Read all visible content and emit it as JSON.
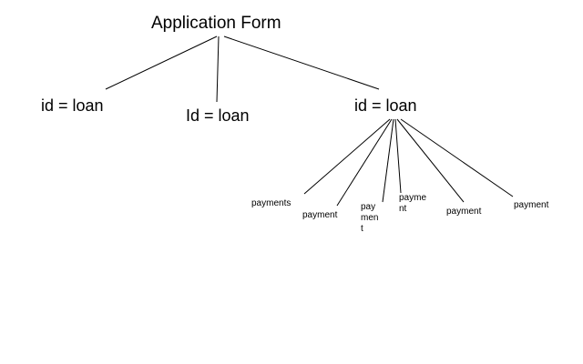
{
  "diagram": {
    "root": {
      "label": "Application Form"
    },
    "children": [
      {
        "label": "id = loan"
      },
      {
        "label": "Id = loan"
      },
      {
        "label": "id = loan",
        "children": [
          {
            "label": "payments"
          },
          {
            "label": "payment"
          },
          {
            "label": "paymen t"
          },
          {
            "label": "payme nt"
          },
          {
            "label": "payment"
          },
          {
            "label": "payment"
          }
        ]
      }
    ]
  }
}
